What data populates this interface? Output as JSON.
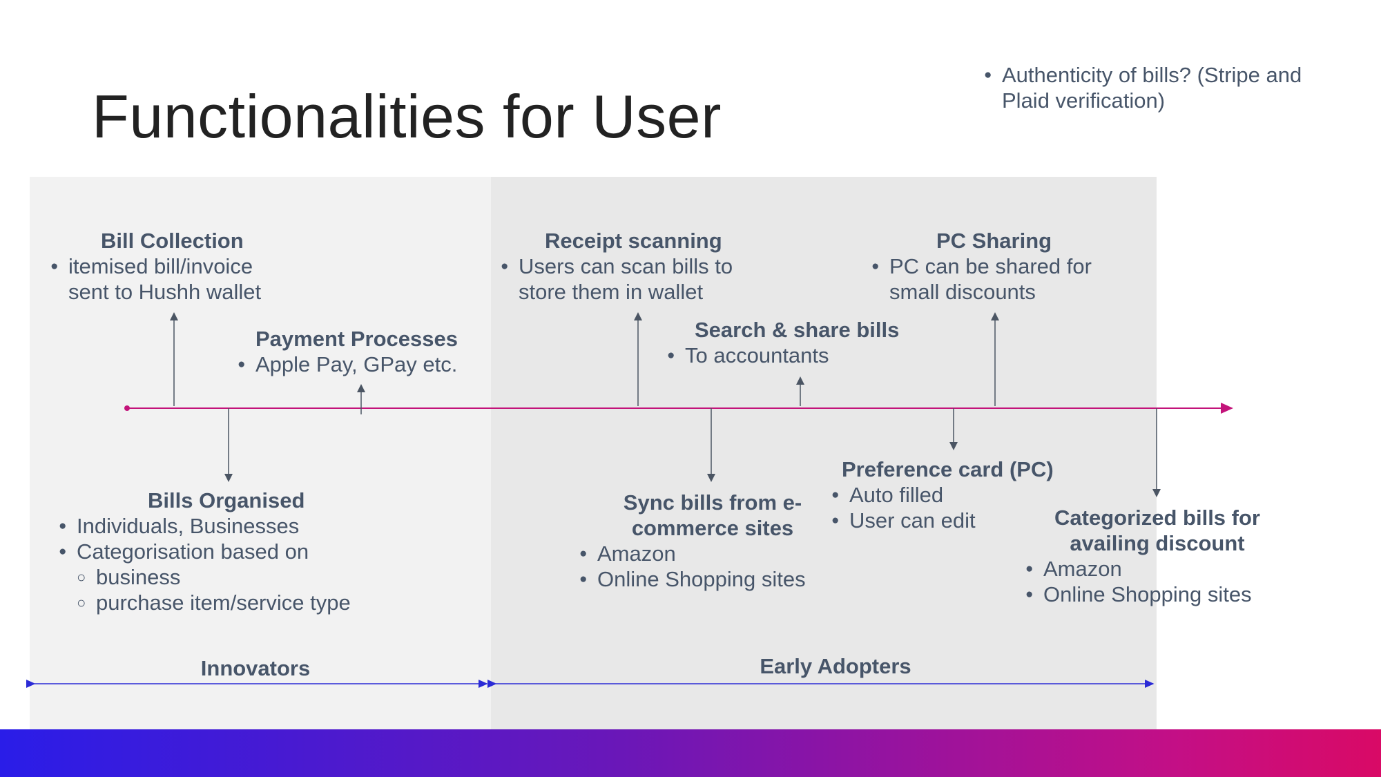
{
  "title": "Functionalities for User",
  "top_note": "Authenticity of bills? (Stripe and Plaid verification)",
  "phases": {
    "innovators": "Innovators",
    "early_adopters": "Early Adopters"
  },
  "features": {
    "bill_collection": {
      "heading": "Bill Collection",
      "bullets": [
        "itemised bill/invoice sent to Hushh wallet"
      ]
    },
    "payment_processes": {
      "heading": "Payment Processes",
      "bullets": [
        "Apple Pay, GPay etc."
      ]
    },
    "bills_organised": {
      "heading": "Bills Organised",
      "bullets": [
        "Individuals, Businesses",
        "Categorisation based on"
      ],
      "sub_bullets": [
        "business",
        "purchase item/service type"
      ]
    },
    "receipt_scanning": {
      "heading": "Receipt scanning",
      "bullets": [
        "Users can scan bills to store them in wallet"
      ]
    },
    "search_share": {
      "heading": "Search & share bills",
      "bullets": [
        "To accountants"
      ]
    },
    "pc_sharing": {
      "heading": "PC Sharing",
      "bullets": [
        "PC can be shared for small discounts"
      ]
    },
    "sync_bills": {
      "heading": "Sync bills from e-commerce sites",
      "bullets": [
        "Amazon",
        "Online Shopping sites"
      ]
    },
    "preference_card": {
      "heading": "Preference card (PC)",
      "bullets": [
        "Auto filled",
        "User can edit"
      ]
    },
    "categorized_bills": {
      "heading": "Categorized bills for availing discount",
      "bullets": [
        "Amazon",
        "Online Shopping sites"
      ]
    }
  },
  "colors": {
    "timeline": "#c3137a",
    "phase_arrow": "#2b2bd6",
    "connector": "#4b5563",
    "band_innovators": "#f2f2f2",
    "band_early": "#e8e8e8"
  }
}
